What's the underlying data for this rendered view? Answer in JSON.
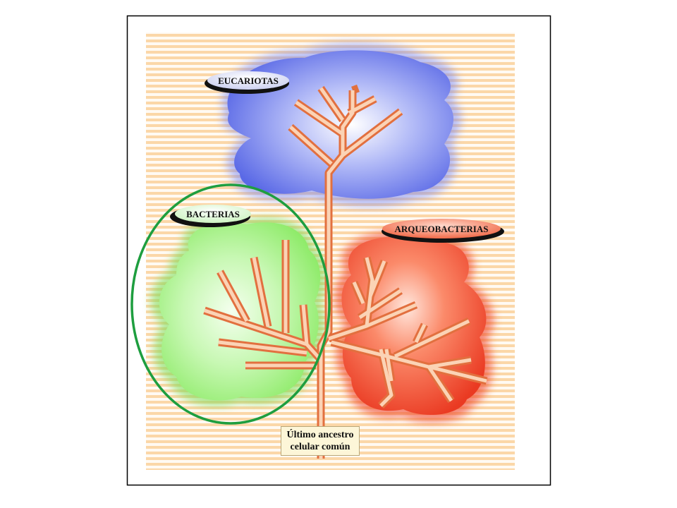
{
  "groups": {
    "eukaryotes": {
      "label": "EUCARIOTAS",
      "color": "#6f7ef0"
    },
    "bacteria": {
      "label": "BACTERIAS",
      "color": "#9ff07c"
    },
    "archaea": {
      "label": "ARQUEOBACTERIAS",
      "color": "#f2452a"
    }
  },
  "root": {
    "line1": "Último ancestro",
    "line2": "celular común"
  },
  "colors": {
    "background_stripe": "#fbd7a8",
    "branch": "#f08a5a",
    "highlight_circle": "#1e9e3f",
    "frame": "#000000"
  }
}
